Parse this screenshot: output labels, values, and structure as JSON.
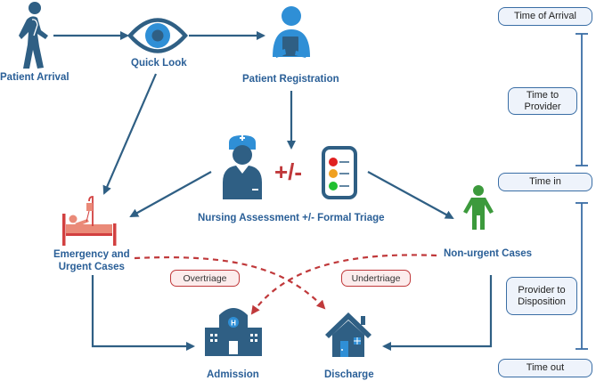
{
  "nodes": {
    "patient_arrival": "Patient Arrival",
    "quick_look": "Quick Look",
    "patient_registration": "Patient Registration",
    "nursing_assessment": "Nursing Assessment +/- Formal Triage",
    "plus_minus": "+/-",
    "emergency_line1": "Emergency and",
    "emergency_line2": "Urgent Cases",
    "non_urgent": "Non-urgent Cases",
    "admission": "Admission",
    "discharge": "Discharge"
  },
  "error_labels": {
    "overtriage": "Overtriage",
    "undertriage": "Undertriage"
  },
  "timeline": {
    "time_of_arrival": "Time of Arrival",
    "time_to_provider_line1": "Time to",
    "time_to_provider_line2": "Provider",
    "time_in": "Time in",
    "provider_to_disposition_line1": "Provider to",
    "provider_to_disposition_line2": "Disposition",
    "time_out": "Time out"
  },
  "colors": {
    "primary_blue": "#2f5f84",
    "light_blue": "#2f8fd6",
    "red": "#c0393b",
    "salmon": "#ea8a78",
    "green": "#3c9a3c"
  }
}
